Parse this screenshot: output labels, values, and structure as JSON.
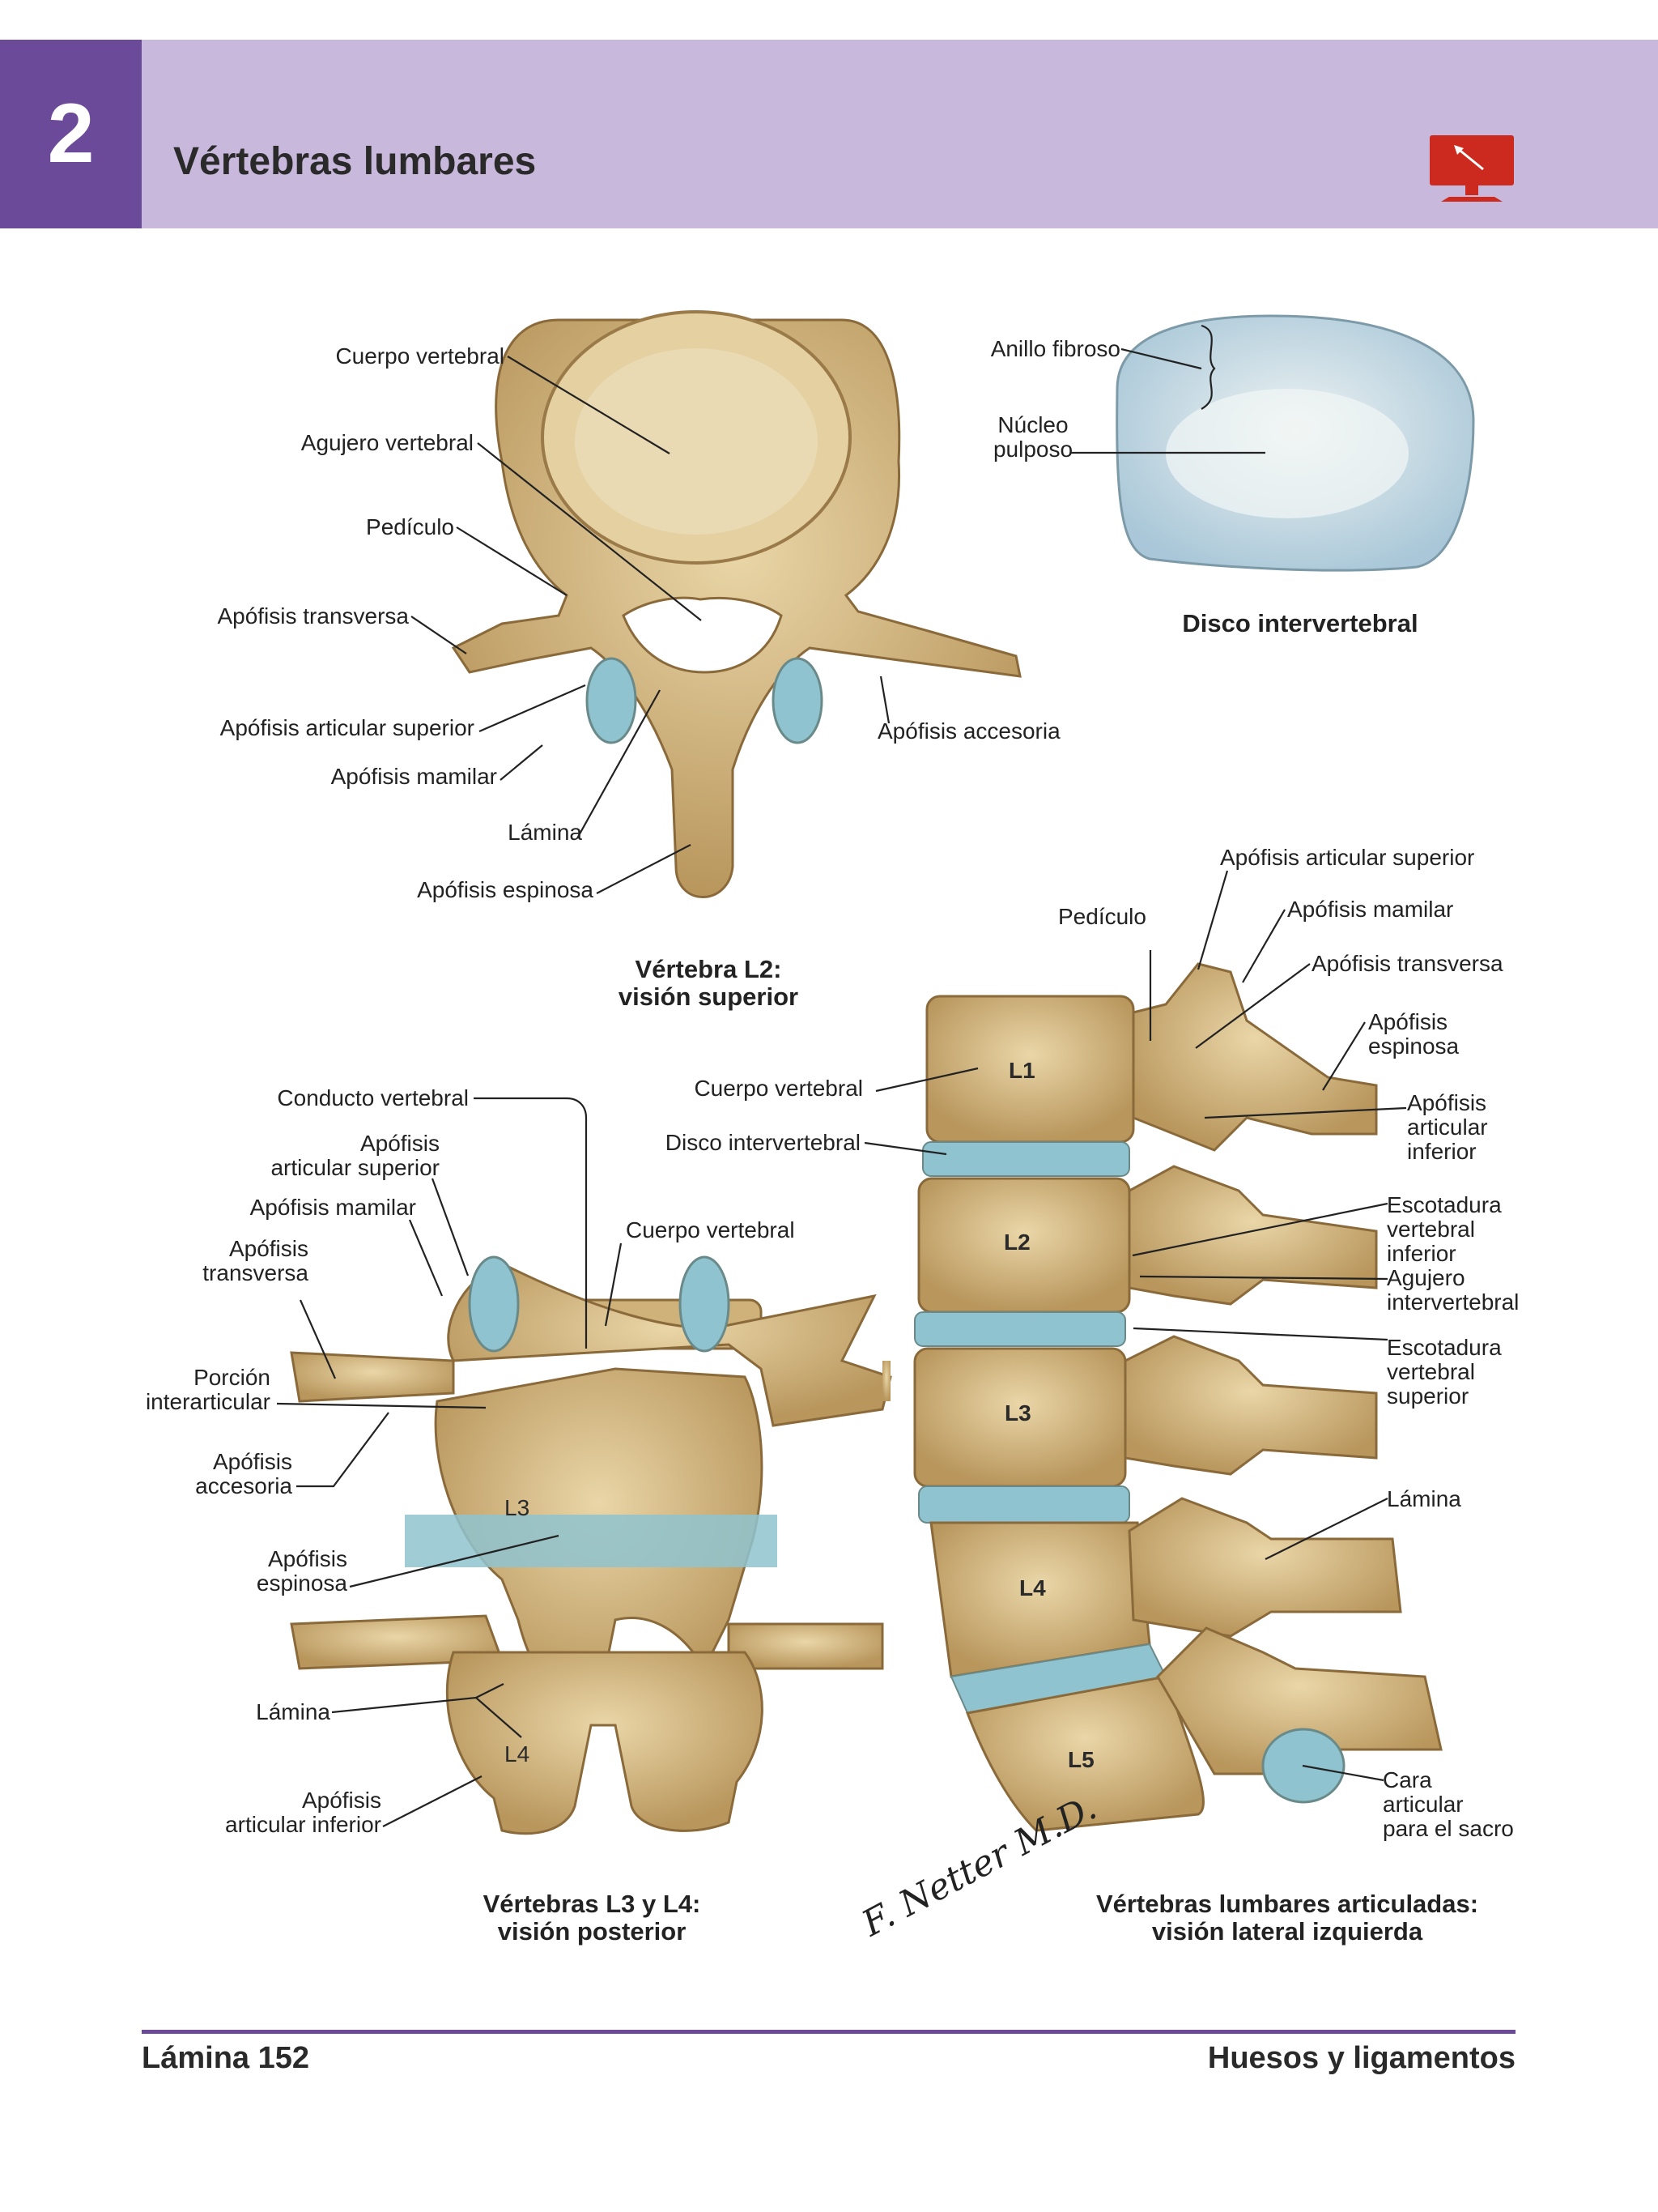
{
  "header": {
    "chapter_number": "2",
    "title": "Vértebras lumbares",
    "screen_icon": "monitor-arrow-icon"
  },
  "figure_l2": {
    "caption_line1": "Vértebra L2:",
    "caption_line2": "visión superior",
    "labels": {
      "cuerpo": "Cuerpo vertebral",
      "agujero": "Agujero vertebral",
      "pediculo": "Pedículo",
      "transversa": "Apófisis transversa",
      "articular_sup": "Apófisis articular superior",
      "mamilar": "Apófisis mamilar",
      "lamina": "Lámina",
      "espinosa": "Apófisis espinosa",
      "accesoria": "Apófisis accesoria"
    }
  },
  "figure_disc": {
    "caption": "Disco intervertebral",
    "labels": {
      "anillo": "Anillo fibroso",
      "nucleo_line1": "Núcleo",
      "nucleo_line2": "pulposo"
    }
  },
  "figure_posterior": {
    "caption_line1": "Vértebras L3 y L4:",
    "caption_line2": "visión posterior",
    "vertebra_labels": [
      "L3",
      "L4"
    ],
    "labels": {
      "conducto": "Conducto vertebral",
      "art_sup_line1": "Apófisis",
      "art_sup_line2": "articular superior",
      "mamilar": "Apófisis mamilar",
      "transversa_line1": "Apófisis",
      "transversa_line2": "transversa",
      "cuerpo": "Cuerpo vertebral",
      "porcion_line1": "Porción",
      "porcion_line2": "interarticular",
      "accesoria_line1": "Apófisis",
      "accesoria_line2": "accesoria",
      "espinosa_line1": "Apófisis",
      "espinosa_line2": "espinosa",
      "lamina": "Lámina",
      "art_inf_line1": "Apófisis",
      "art_inf_line2": "articular inferior"
    }
  },
  "figure_lateral": {
    "caption_line1": "Vértebras lumbares articuladas:",
    "caption_line2": "visión lateral izquierda",
    "vertebra_labels": [
      "L1",
      "L2",
      "L3",
      "L4",
      "L5"
    ],
    "labels": {
      "art_sup": "Apófisis articular superior",
      "mamilar": "Apófisis mamilar",
      "pediculo": "Pedículo",
      "transversa": "Apófisis transversa",
      "espinosa_line1": "Apófisis",
      "espinosa_line2": "espinosa",
      "cuerpo": "Cuerpo vertebral",
      "art_inf_line1": "Apófisis",
      "art_inf_line2": "articular",
      "art_inf_line3": "inferior",
      "disco": "Disco intervertebral",
      "esc_inf_line1": "Escotadura",
      "esc_inf_line2": "vertebral",
      "esc_inf_line3": "inferior",
      "agujero_line1": "Agujero",
      "agujero_line2": "intervertebral",
      "esc_sup_line1": "Escotadura",
      "esc_sup_line2": "vertebral",
      "esc_sup_line3": "superior",
      "lamina": "Lámina",
      "cara_line1": "Cara",
      "cara_line2": "articular",
      "cara_line3": "para el sacro"
    }
  },
  "signature": "F. Netter M.D.",
  "footer": {
    "left": "Lámina 152",
    "right": "Huesos y ligamentos"
  },
  "colors": {
    "header_band": "#c8b8dc",
    "chapter_box": "#6b4a9a",
    "bone": "#d9c08e",
    "bone_shadow": "#a98a55",
    "cartilage": "#8fc3cf",
    "disc": "#c9dde6",
    "icon_red": "#cc2a1e"
  }
}
